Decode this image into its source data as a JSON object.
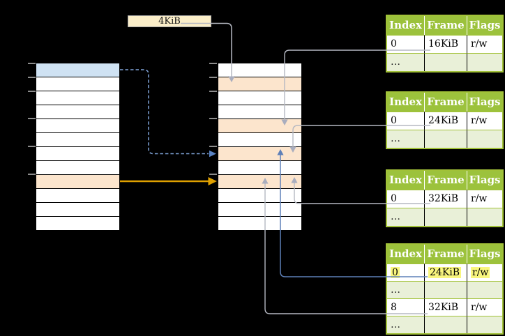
{
  "diagram": {
    "page_size_label": "4KiB"
  },
  "colors": {
    "background": "#000000",
    "blue_row": "#CFE2F3",
    "orange_row": "#FCE5CD",
    "label_box": "#FBEEC9",
    "table_header_green": "#9CC23C",
    "table_alt_row": "#E9F0D8",
    "table_border_green": "#A2C238",
    "highlight_yellow": "#F9F67E",
    "arrow_gray": "#B5B8C2",
    "arrow_blue_dashed": "#7FA3D8",
    "arrow_blue_solid": "#5E80B8",
    "arrow_orange": "#DFA000"
  },
  "memory_columns": {
    "left": {
      "row_count": 12,
      "highlights": {
        "0": "blue_row",
        "8": "orange_row"
      }
    },
    "middle": {
      "row_count": 12,
      "highlights": {
        "1": "orange_row",
        "4": "orange_row",
        "6": "orange_row",
        "8": "orange_row"
      }
    }
  },
  "page_tables": [
    {
      "name": "page-table-1",
      "headers": [
        "Index",
        "Frame",
        "Flags"
      ],
      "rows": [
        {
          "cells": [
            "0",
            "16KiB",
            "r/w"
          ],
          "variant": "plain",
          "highlighted": false
        },
        {
          "cells": [
            "…",
            "",
            ""
          ],
          "variant": "alt",
          "highlighted": false
        }
      ]
    },
    {
      "name": "page-table-2",
      "headers": [
        "Index",
        "Frame",
        "Flags"
      ],
      "rows": [
        {
          "cells": [
            "0",
            "24KiB",
            "r/w"
          ],
          "variant": "plain",
          "highlighted": false
        },
        {
          "cells": [
            "…",
            "",
            ""
          ],
          "variant": "alt",
          "highlighted": false
        }
      ]
    },
    {
      "name": "page-table-3",
      "headers": [
        "Index",
        "Frame",
        "Flags"
      ],
      "rows": [
        {
          "cells": [
            "0",
            "32KiB",
            "r/w"
          ],
          "variant": "plain",
          "highlighted": false
        },
        {
          "cells": [
            "…",
            "",
            ""
          ],
          "variant": "alt",
          "highlighted": false
        }
      ]
    },
    {
      "name": "page-table-4",
      "headers": [
        "Index",
        "Frame",
        "Flags"
      ],
      "rows": [
        {
          "cells": [
            "0",
            "24KiB",
            "r/w"
          ],
          "variant": "plain",
          "highlighted": true
        },
        {
          "cells": [
            "…",
            "",
            ""
          ],
          "variant": "alt",
          "highlighted": false
        },
        {
          "cells": [
            "8",
            "32KiB",
            "r/w"
          ],
          "variant": "plain",
          "highlighted": false
        },
        {
          "cells": [
            "…",
            "",
            ""
          ],
          "variant": "alt",
          "highlighted": false
        }
      ]
    }
  ]
}
